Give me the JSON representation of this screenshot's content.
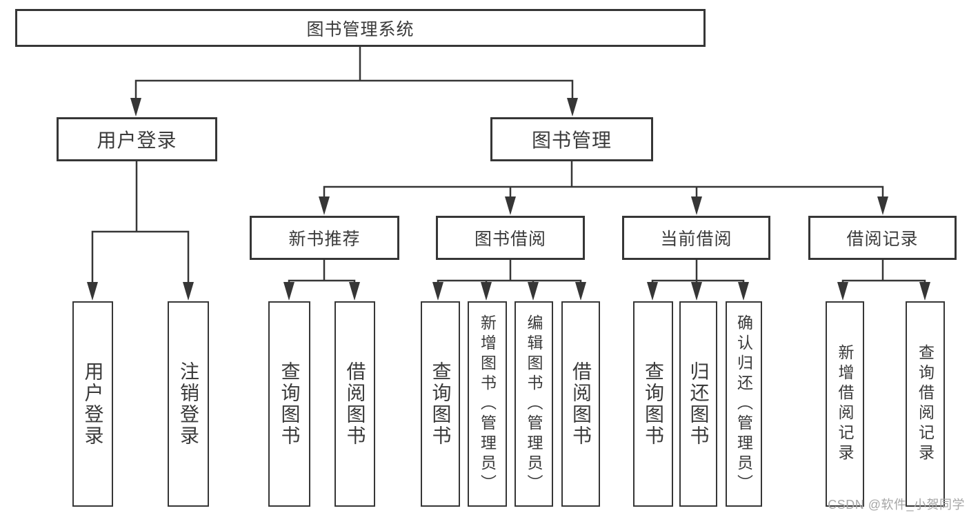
{
  "diagram": {
    "root": {
      "label": "图书管理系统"
    },
    "branches": [
      {
        "label": "用户登录",
        "leaves": [
          {
            "label": "用户登录"
          },
          {
            "label": "注销登录"
          }
        ]
      },
      {
        "label": "图书管理",
        "sections": [
          {
            "label": "新书推荐",
            "leaves": [
              {
                "label": "查询图书"
              },
              {
                "label": "借阅图书"
              }
            ]
          },
          {
            "label": "图书借阅",
            "leaves": [
              {
                "label": "查询图书"
              },
              {
                "label": "新增图书（管理员）"
              },
              {
                "label": "编辑图书（管理员）"
              },
              {
                "label": "借阅图书"
              }
            ]
          },
          {
            "label": "当前借阅",
            "leaves": [
              {
                "label": "查询图书"
              },
              {
                "label": "归还图书"
              },
              {
                "label": "确认归还（管理员）"
              }
            ]
          },
          {
            "label": "借阅记录",
            "leaves": [
              {
                "label": "新增借阅记录"
              },
              {
                "label": "查询借阅记录"
              }
            ]
          }
        ]
      }
    ]
  },
  "watermark": {
    "text": "CSDN @软件_小贺同学"
  },
  "colors": {
    "line": "#363636",
    "text": "#3a3a3a",
    "watermark": "#a6a6a6",
    "background": "#ffffff"
  }
}
